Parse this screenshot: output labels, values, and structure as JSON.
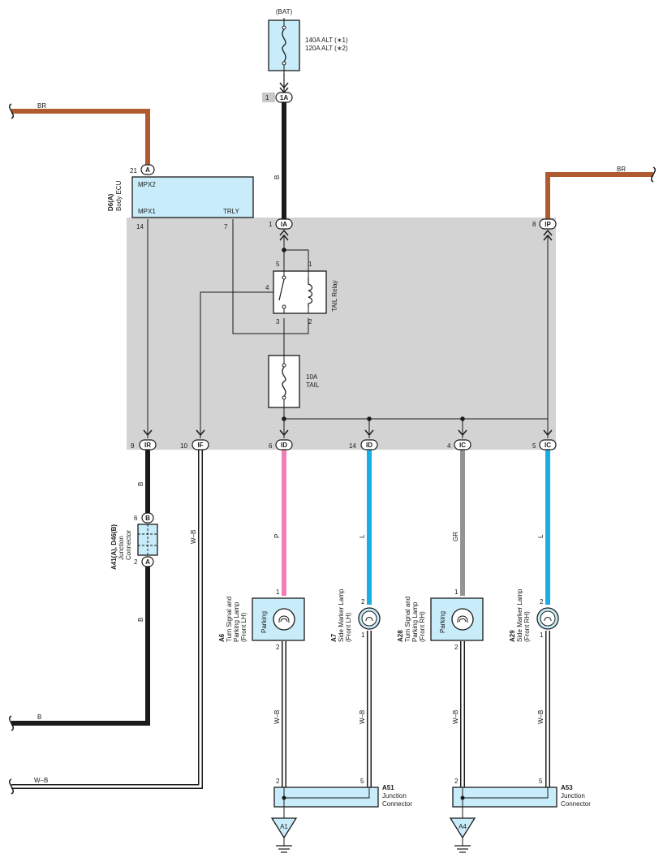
{
  "supply": {
    "bat": "(BAT)",
    "alt_140": "140A ALT (∗1)",
    "alt_120": "120A ALT (∗2)"
  },
  "wire_colors": {
    "br": "#b05a30",
    "b": "#1a1a1a",
    "p": "#ef7fb6",
    "l": "#1aaee6",
    "gr": "#939393",
    "wb": "#ffffff"
  },
  "colors": {
    "junction_block": "#d3d3d3",
    "component_fill": "#c8ecfa"
  },
  "labels": {
    "br_left": "BR",
    "br_right": "BR",
    "b_top": "B",
    "b_left_upper": "B",
    "b_left_lower": "B",
    "b_bottom": "B",
    "wb_vertical": "W–B",
    "wb_bottom": "W–B",
    "p": "P",
    "l_left": "L",
    "gr": "GR",
    "l_right": "L",
    "wb_a6": "W–B",
    "wb_a7": "W–B",
    "wb_a28": "W–B",
    "wb_a29": "W–B"
  },
  "body_ecu": {
    "code": "D6(A)",
    "name": "Body ECU",
    "mpx2": "MPX2",
    "mpx1": "MPX1",
    "trly": "TRLY",
    "pin_21": "21",
    "pin_21_conn": "A",
    "pin_14": "14",
    "pin_7": "7"
  },
  "relay": {
    "name": "TAIL Relay",
    "p5": "5",
    "p1": "1",
    "p4": "4",
    "p3": "3",
    "p2": "2"
  },
  "fuse": {
    "rating": "10A",
    "name": "TAIL"
  },
  "connectors": {
    "c1a_num": "1",
    "c1a": "1A",
    "ia_num": "1",
    "ia": "IA",
    "ip_num": "8",
    "ip": "IP",
    "ir_num": "9",
    "ir": "IR",
    "if_num": "10",
    "if": "IF",
    "id6_num": "6",
    "id6": "ID",
    "id14_num": "14",
    "id14": "ID",
    "ic4_num": "4",
    "ic4": "IC",
    "ic5_num": "5",
    "ic5": "IC"
  },
  "junction_connector_a41": {
    "code": "A41(A), D46(B)",
    "name1": "Junction",
    "name2": "Connector",
    "pin_6": "6",
    "conn_b": "B",
    "pin_2": "2",
    "conn_a": "A"
  },
  "lamps": {
    "a6": {
      "code": "A6",
      "line1": "Turn Signal and",
      "line2": "Parking Lamp",
      "line3": "(Front LH)",
      "inner": "Parking",
      "pin_top": "1",
      "pin_bottom": "2"
    },
    "a7": {
      "code": "A7",
      "line1": "Side Marker Lamp",
      "line2": "(Front LH)",
      "pin_top": "2",
      "pin_bottom": "1"
    },
    "a28": {
      "code": "A28",
      "line1": "Turn Signal and",
      "line2": "Parking Lamp",
      "line3": "(Front RH)",
      "inner": "Parking",
      "pin_top": "1",
      "pin_bottom": "2"
    },
    "a29": {
      "code": "A29",
      "line1": "Side Marker Lamp",
      "line2": "(Front RH)",
      "pin_top": "2",
      "pin_bottom": "1"
    }
  },
  "junction_a51": {
    "code": "A51",
    "name1": "Junction",
    "name2": "Connector",
    "pin_left": "2",
    "pin_right": "5"
  },
  "junction_a53": {
    "code": "A53",
    "name1": "Junction",
    "name2": "Connector",
    "pin_left": "2",
    "pin_right": "5"
  },
  "grounds": {
    "a1": "A1",
    "a4": "A4"
  }
}
